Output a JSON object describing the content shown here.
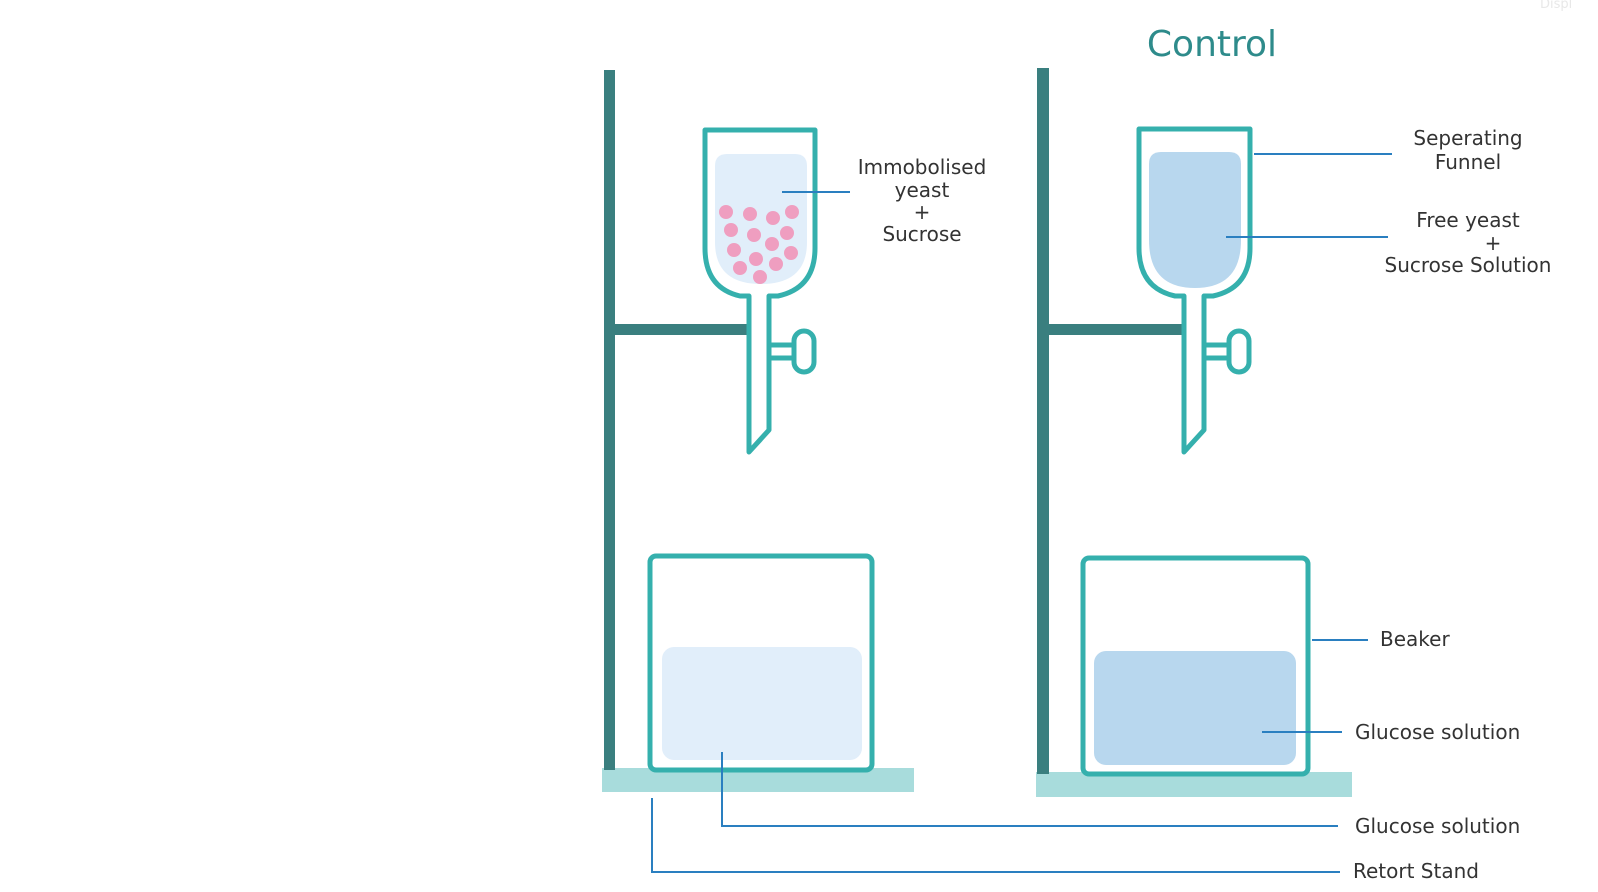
{
  "diagram": {
    "title": "Control",
    "corner_text": "Displ",
    "labels": {
      "immobilised": [
        "Immobolised",
        "yeast",
        "+",
        "Sucrose"
      ],
      "separating_funnel": [
        "Seperating",
        "Funnel"
      ],
      "free_yeast": [
        "Free yeast",
        "+",
        "Sucrose Solution"
      ],
      "beaker": "Beaker",
      "glucose_right": "Glucose solution",
      "glucose_bottom": "Glucose solution",
      "retort_stand": "Retort Stand"
    },
    "colors": {
      "stand": "#3a7f7f",
      "stand_base": "#a8dcdc",
      "glass_outline": "#35b0ad",
      "liquid_light": "#e1eefa",
      "liquid_mid": "#b8d7ee",
      "yeast_beads": "#ef9ec0",
      "leader_lines": "#2a7fc0",
      "title": "#2e8b8b"
    }
  }
}
